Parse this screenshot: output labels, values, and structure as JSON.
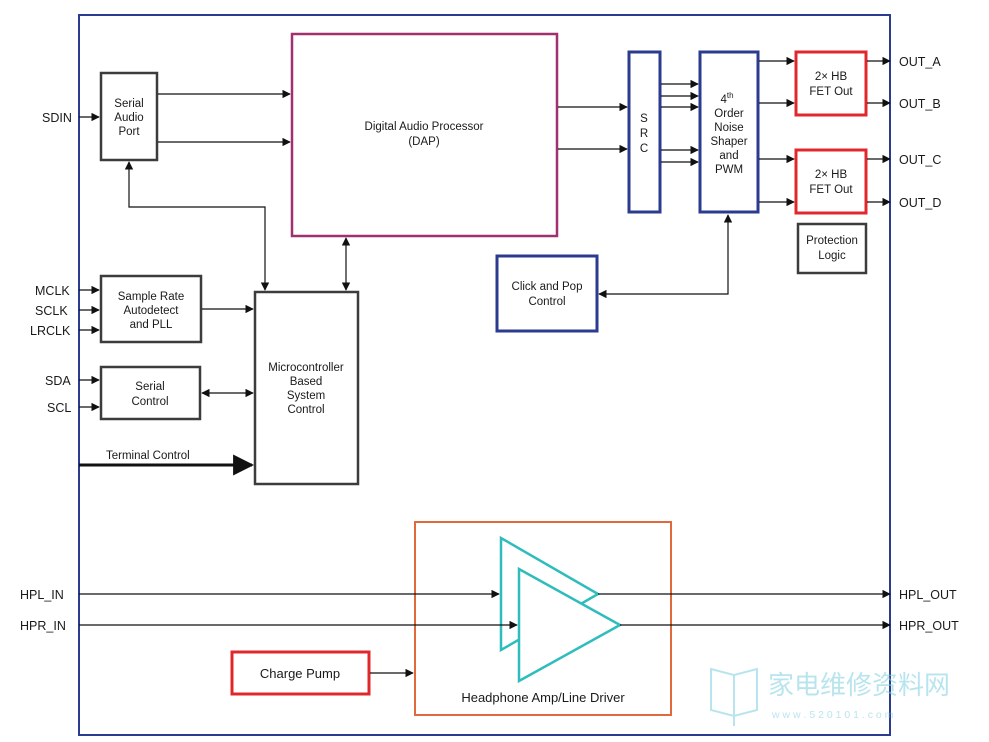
{
  "inputs": {
    "sdin": "SDIN",
    "mclk": "MCLK",
    "sclk": "SCLK",
    "lrclk": "LRCLK",
    "sda": "SDA",
    "scl": "SCL",
    "terminal_control": "Terminal Control",
    "hpl_in": "HPL_IN",
    "hpr_in": "HPR_IN"
  },
  "outputs": {
    "out_a": "OUT_A",
    "out_b": "OUT_B",
    "out_c": "OUT_C",
    "out_d": "OUT_D",
    "hpl_out": "HPL_OUT",
    "hpr_out": "HPR_OUT"
  },
  "blocks": {
    "serial_audio_port": [
      "Serial",
      "Audio",
      "Port"
    ],
    "dap": [
      "Digital Audio Processor",
      "(DAP)"
    ],
    "src": [
      "S",
      "R",
      "C"
    ],
    "noise_shaper": {
      "sup_base": "4",
      "sup": "th",
      "lines": [
        "Order",
        "Noise",
        "Shaper",
        "and",
        "PWM"
      ]
    },
    "fet_out_ab": [
      "2× HB",
      "FET Out"
    ],
    "fet_out_cd": [
      "2× HB",
      "FET Out"
    ],
    "protection_logic": [
      "Protection",
      "Logic"
    ],
    "click_pop": [
      "Click and Pop",
      "Control"
    ],
    "sample_rate": [
      "Sample Rate",
      "Autodetect",
      "and PLL"
    ],
    "serial_control": [
      "Serial",
      "Control"
    ],
    "microcontroller": [
      "Microcontroller",
      "Based",
      "System",
      "Control"
    ],
    "charge_pump": "Charge Pump",
    "headphone_amp": "Headphone Amp/Line Driver"
  },
  "watermark": {
    "chinese": "家电维修资料网",
    "url": "w w w . 5 2 0 1 0 1 . c o m"
  },
  "colors": {
    "frame": "#2b3b8f",
    "dap": "#a0306e",
    "src": "#2b3b8f",
    "fet": "#e0282c",
    "headphone": "#e06a3c",
    "amp": "#2fbcbc",
    "gray_block": "#3c3c3c"
  }
}
